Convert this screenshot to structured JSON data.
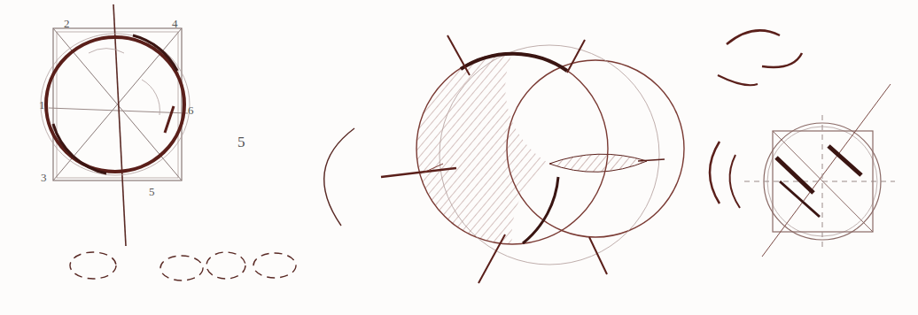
{
  "diagram": {
    "labels": [
      "2",
      "4",
      "1",
      "6",
      "3",
      "5",
      "5"
    ]
  }
}
